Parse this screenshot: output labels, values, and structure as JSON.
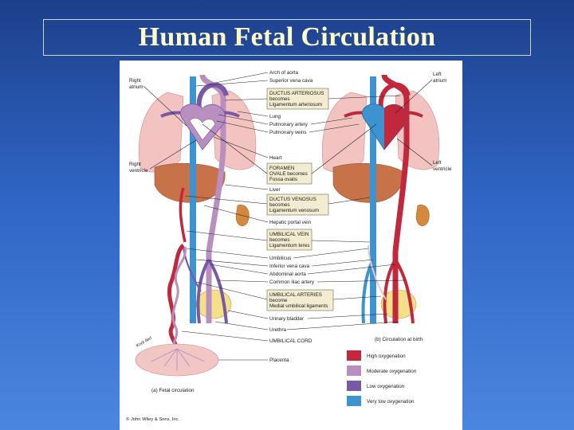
{
  "slide": {
    "title": "Human Fetal Circulation"
  },
  "figure": {
    "labels_left": {
      "right_atrium": [
        "Right",
        "atrium"
      ],
      "right_ventricle": [
        "Right",
        "ventricle"
      ]
    },
    "labels_right": {
      "left_atrium": [
        "Left",
        "atrium"
      ],
      "left_ventricle": [
        "Left",
        "ventricle"
      ]
    },
    "center_labels": {
      "arch_of_aorta": "Arch of aorta",
      "superior_vena_cava": "Superior vena cava",
      "ductus_arteriosus": [
        "DUCTUS ARTERIOSUS",
        "becomes",
        "Ligamentum arteriosum"
      ],
      "lung": "Lung",
      "pulmonary_artery": "Pulmonary artery",
      "pulmonary_veins": "Pulmonary veins",
      "heart": "Heart",
      "foramen_ovale": [
        "FORAMEN",
        "OVALE becomes",
        "Fossa ovalis"
      ],
      "liver": "Liver",
      "ductus_venosus": [
        "DUCTUS VENOSUS",
        "becomes",
        "Ligamentum venosum"
      ],
      "hepatic_portal_vein": "Hepatic portal vein",
      "umbilical_vein": [
        "UMBILICAL VEIN",
        "becomes",
        "Ligamentum teres"
      ],
      "umbilicus": "Umbilicus",
      "inferior_vena_cava": "Inferior vena cava",
      "abdominal_aorta": "Abdominal aorta",
      "common_iliac_artery": "Common iliac artery",
      "umbilical_arteries": [
        "UMBILICAL ARTERIES",
        "become",
        "Medial umbilical ligaments"
      ],
      "urinary_bladder": "Urinary bladder",
      "urethra": "Urethra",
      "umbilical_cord": "UMBILICAL CORD",
      "placenta": "Placenta"
    },
    "captions": {
      "fetal": "(a) Fetal circulation",
      "birth": "(b) Circulation at birth"
    },
    "knot_label": "Knot tied",
    "copyright": "© John Wiley & Sons, Inc.",
    "legend": [
      {
        "label": "High oxygenation",
        "color": "#c1283c"
      },
      {
        "label": "Moderate oxygenation",
        "color": "#b98fbf"
      },
      {
        "label": "Low oxygenation",
        "color": "#7859a8"
      },
      {
        "label": "Very low oxygenation",
        "color": "#3d93d0"
      }
    ]
  },
  "colors": {
    "background_top": "#1d3f8a",
    "background_bottom": "#4b86e0",
    "title": "#ffffc8",
    "lung": "#f2c3c0",
    "liver": "#c8724a",
    "kidney": "#d5893e",
    "bladder": "#f5e08a"
  }
}
